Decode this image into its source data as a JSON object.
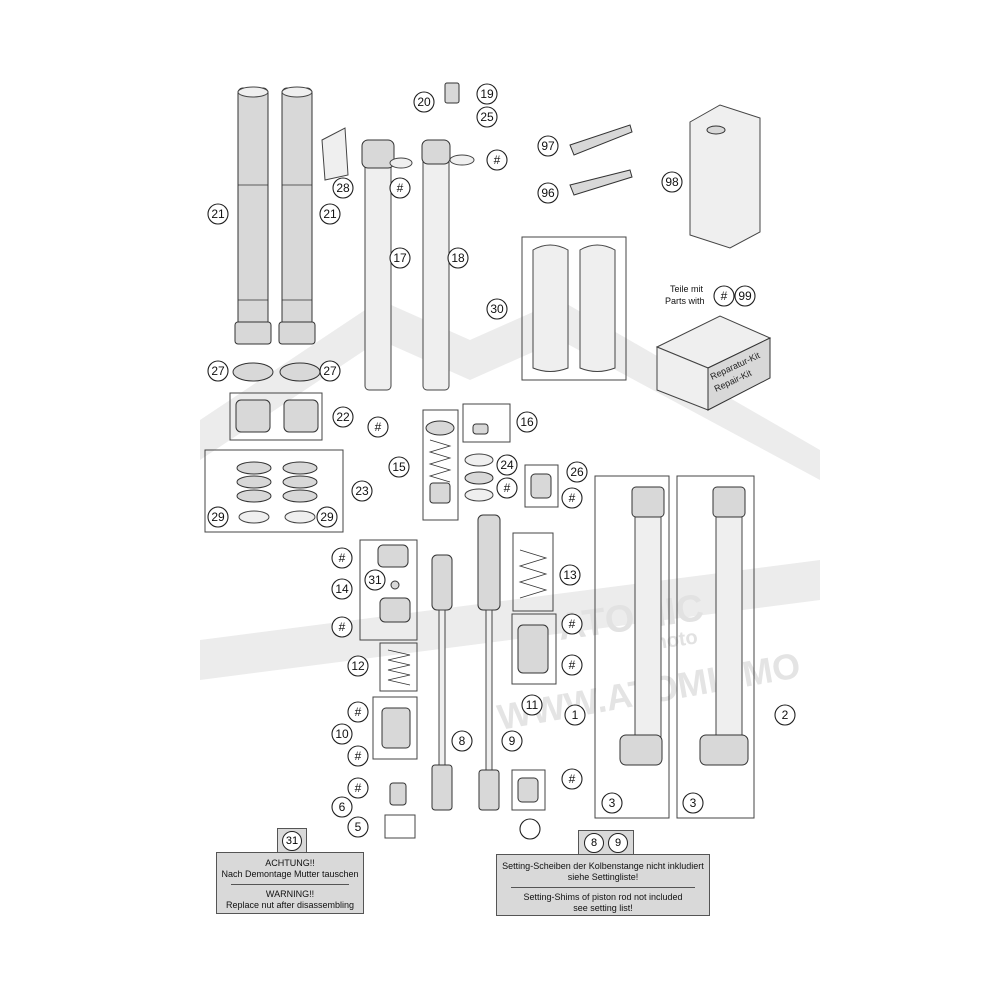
{
  "callouts": [
    "1",
    "2",
    "3",
    "5",
    "6",
    "8",
    "9",
    "10",
    "11",
    "12",
    "13",
    "14",
    "15",
    "16",
    "17",
    "18",
    "19",
    "20",
    "21",
    "22",
    "23",
    "24",
    "25",
    "26",
    "27",
    "28",
    "29",
    "30",
    "31",
    "96",
    "97",
    "98",
    "99",
    "#"
  ],
  "kit": {
    "line1": "Teile mit",
    "line2": "Parts with",
    "box_line1": "Reparatur-Kit",
    "box_line2": "Repair-Kit"
  },
  "note_left": {
    "tab": "31",
    "de_title": "ACHTUNG!!",
    "de_text": "Nach Demontage Mutter tauschen",
    "en_title": "WARNING!!",
    "en_text": "Replace nut after disassembling"
  },
  "note_right": {
    "tab_a": "8",
    "tab_b": "9",
    "de_line1": "Setting-Scheiben der Kolbenstange nicht inkludiert",
    "de_line2": "siehe Settingliste!",
    "en_line1": "Setting-Shims of piston rod not included",
    "en_line2": "see setting list!"
  },
  "watermark": {
    "line1": "ATOMIC",
    "line2": "moto",
    "line3": "WWW.ATOMICMO"
  }
}
